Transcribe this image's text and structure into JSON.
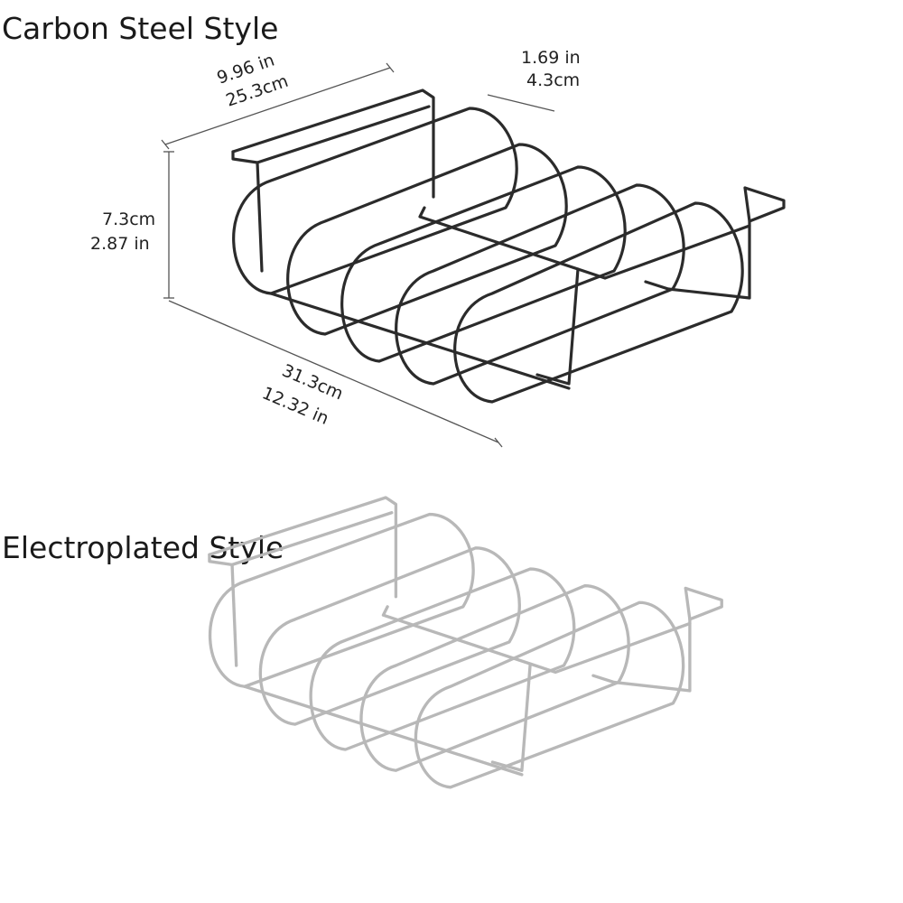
{
  "sections": {
    "carbon": {
      "title": "Carbon Steel Style",
      "wire_color": "#2b2b2b",
      "dimensions": {
        "width_in": "9.96 in",
        "width_cm": "25.3cm",
        "gap_in": "1.69 in",
        "gap_cm": "4.3cm",
        "height_cm": "7.3cm",
        "height_in": "2.87 in",
        "length_cm": "31.3cm",
        "length_in": "12.32 in"
      }
    },
    "electro": {
      "title": "Electroplated Style",
      "wire_color": "#b8b8b8"
    }
  }
}
